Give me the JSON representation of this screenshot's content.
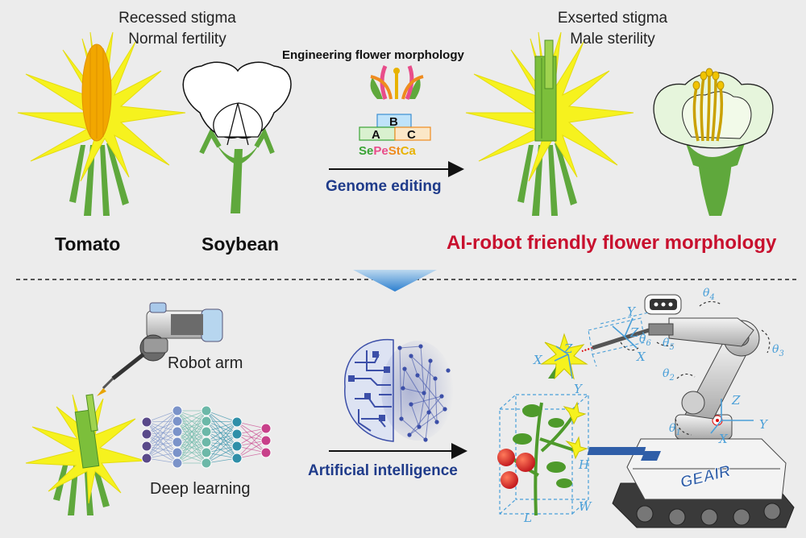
{
  "top_left": {
    "caption_line1": "Recessed stigma",
    "caption_line2": "Normal fertility",
    "plant1": "Tomato",
    "plant2": "Soybean"
  },
  "center": {
    "title": "Engineering flower morphology",
    "abc": {
      "a": "A",
      "b": "B",
      "c": "C"
    },
    "organs": [
      {
        "label": "Se",
        "color": "#3aa335"
      },
      {
        "label": "Pe",
        "color": "#e84d8a"
      },
      {
        "label": "St",
        "color": "#ef8b1e"
      },
      {
        "label": "Ca",
        "color": "#e8b200"
      }
    ],
    "arrow_label": "Genome editing"
  },
  "top_right": {
    "caption_line1": "Exserted stigma",
    "caption_line2": "Male sterility",
    "headline": "AI-robot friendly flower morphology"
  },
  "bottom": {
    "robot_arm": "Robot arm",
    "deep_learning": "Deep learning",
    "ai_label": "Artificial intelligence",
    "robot_brand": "GEAIR",
    "axes": [
      "Y",
      "Z",
      "X",
      "Y",
      "Z",
      "X",
      "Y",
      "Z",
      "X"
    ],
    "thetas": [
      "θ",
      "θ",
      "θ",
      "θ",
      "θ",
      "θ"
    ],
    "theta_subs": [
      "4",
      "3",
      "5",
      "6",
      "2",
      "1"
    ],
    "dims": [
      "H",
      "W",
      "L"
    ]
  },
  "colors": {
    "headline": "#c8102e",
    "genome": "#1f3b8a",
    "flower_yellow": "#f6f21e",
    "stem_green": "#5fa83c",
    "axis_blue": "#4a9fd8"
  }
}
